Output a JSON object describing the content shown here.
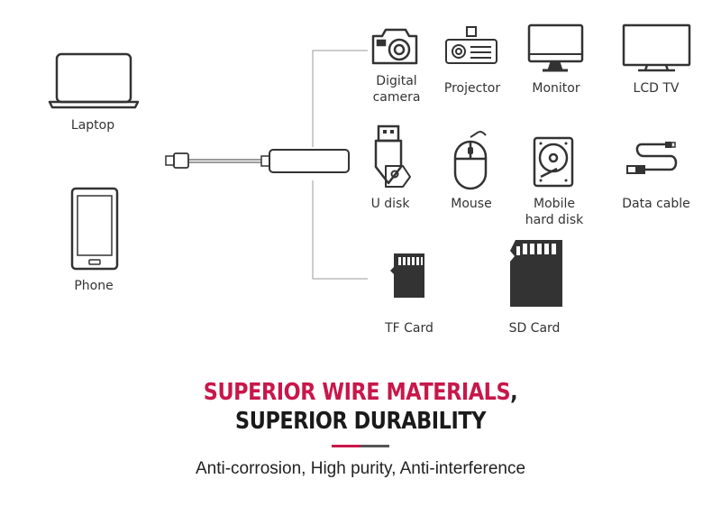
{
  "labels": {
    "laptop": "Laptop",
    "phone": "Phone",
    "digital_camera_1": "Digital",
    "digital_camera_2": "camera",
    "projector": "Projector",
    "monitor": "Monitor",
    "lcd_tv": "LCD TV",
    "u_disk": "U disk",
    "mouse": "Mouse",
    "mobile_hard_disk_1": "Mobile",
    "mobile_hard_disk_2": "hard disk",
    "data_cable": "Data cable",
    "tf_card": "TF Card",
    "sd_card": "SD Card"
  },
  "headline": {
    "line1": "SUPERIOR WIRE MATERIALS",
    "line1_comma": ",",
    "line2": "SUPERIOR DURABILITY"
  },
  "tagline": "Anti-corrosion, High purity, Anti-interference",
  "colors": {
    "accent": "#c8174a",
    "dark": "#1a1a1a",
    "icon": "#333333"
  },
  "icons": [
    "laptop-icon",
    "phone-icon",
    "usb-hub-icon",
    "camera-icon",
    "projector-icon",
    "monitor-icon",
    "tv-icon",
    "usb-drive-icon",
    "mouse-icon",
    "hard-disk-icon",
    "data-cable-icon",
    "tf-card-icon",
    "sd-card-icon"
  ]
}
